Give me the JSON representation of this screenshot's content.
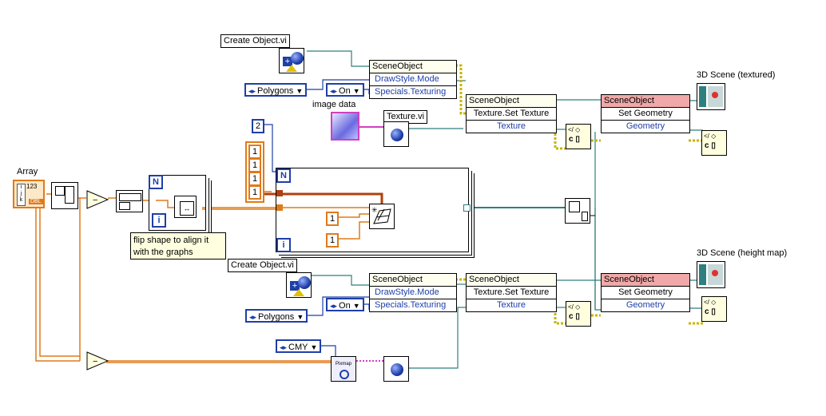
{
  "labels": {
    "array": "Array",
    "create_object_top": "Create Object.vi",
    "create_object_bottom": "Create Object.vi",
    "image_data": "image data",
    "texture_vi": "Texture.vi",
    "scene_textured": "3D Scene (textured)",
    "scene_heightmap": "3D Scene (height map)",
    "pixmap": "Pixmap",
    "array_icon_text": "123",
    "array_icon_dbl": "DBL"
  },
  "rings": {
    "polygons_top": "Polygons",
    "on_top": "On",
    "polygons_bottom": "Polygons",
    "on_bottom": "On",
    "cmy": "CMY"
  },
  "property_nodes": {
    "sceneobject_header": "SceneObject",
    "drawstyle_mode": "DrawStyle.Mode",
    "specials_texturing": "Specials.Texturing",
    "texture_set_texture": "Texture.Set Texture",
    "texture": "Texture",
    "set_geometry": "Set Geometry",
    "geometry": "Geometry"
  },
  "constants": {
    "two": "2",
    "one_a": "1",
    "one_b": "1",
    "one_c": "1",
    "one_d": "1",
    "one_e": "1",
    "one_f": "1"
  },
  "terminals": {
    "N_small": "N",
    "i_small": "i",
    "N_big": "N",
    "i_big": "i"
  },
  "comment": "flip shape to align it with the graphs",
  "colors": {
    "blue_wire": "#1e3fa8",
    "orange_wire": "#e07a1a",
    "teal_wire": "#2f7f7f",
    "pink_wire": "#d040c0",
    "yellow_wire": "#c8b400",
    "red_header": "#f0a8a8"
  }
}
